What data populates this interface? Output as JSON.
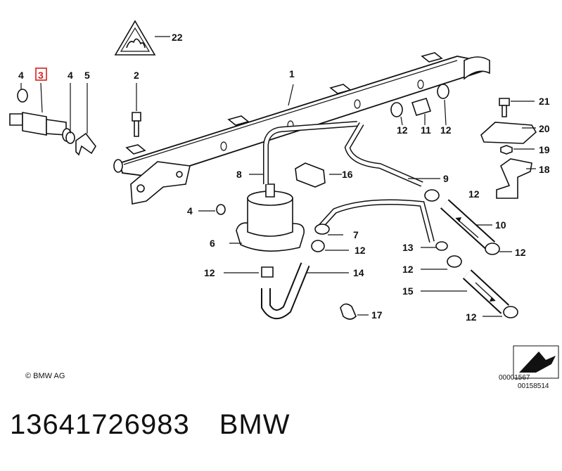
{
  "callouts": {
    "n1": "1",
    "n2": "2",
    "n3": "3",
    "n4a": "4",
    "n4b": "4",
    "n4c": "4",
    "n5": "5",
    "n6": "6",
    "n7": "7",
    "n8": "8",
    "n9": "9",
    "n10": "10",
    "n11": "11",
    "n12a": "12",
    "n12b": "12",
    "n12c": "12",
    "n12d": "12",
    "n12e": "12",
    "n12f": "12",
    "n12g": "12",
    "n12h": "12",
    "n13": "13",
    "n14": "14",
    "n15": "15",
    "n16": "16",
    "n17": "17",
    "n18": "18",
    "n19": "19",
    "n20": "20",
    "n21": "21",
    "n22": "22"
  },
  "copyright": "© BMW AG",
  "diagram_code_1": "00001567",
  "diagram_code_2": "00158514",
  "footer": {
    "part_number": "13641726983",
    "brand": "BMW"
  },
  "highlight_color": "#d32020"
}
